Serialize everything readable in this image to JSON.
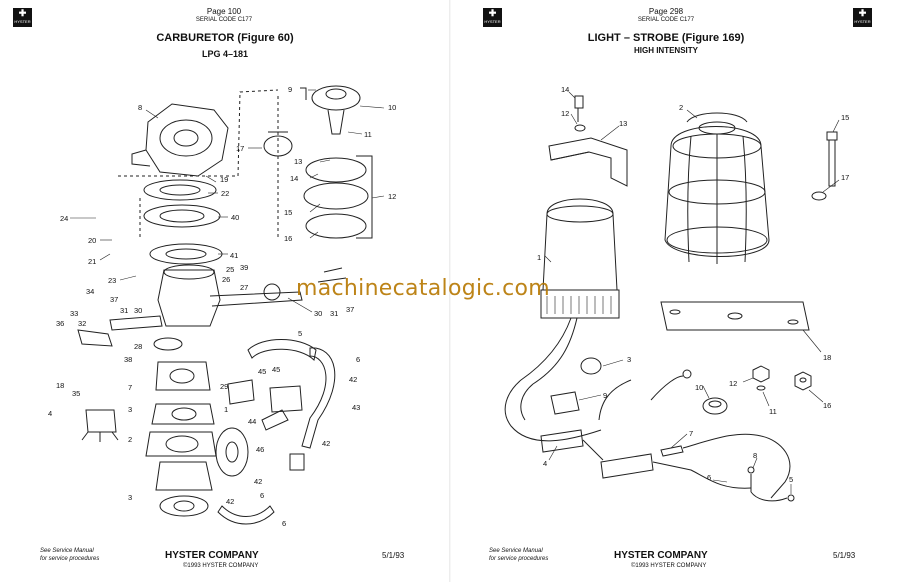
{
  "brand": {
    "logo_text": "HYSTER"
  },
  "left_page": {
    "page_number": "Page 100",
    "serial_code": "SERIAL CODE C177",
    "title": "CARBURETOR (Figure 60)",
    "subtitle": "LPG  4–181",
    "callouts": [
      "1",
      "2",
      "3",
      "4",
      "5",
      "6",
      "7",
      "8",
      "9",
      "10",
      "11",
      "12",
      "13",
      "14",
      "15",
      "16",
      "17",
      "18",
      "19",
      "20",
      "21",
      "22",
      "23",
      "24",
      "25",
      "26",
      "27",
      "28",
      "29",
      "30",
      "31",
      "32",
      "33",
      "34",
      "35",
      "36",
      "37",
      "38",
      "39",
      "40",
      "41",
      "42",
      "43",
      "44",
      "45",
      "46"
    ],
    "footer": {
      "note_line1": "See Service Manual",
      "note_line2": "for service procedures",
      "company": "HYSTER COMPANY",
      "copyright": "©1993 HYSTER COMPANY",
      "date": "5/1/93"
    }
  },
  "right_page": {
    "page_number": "Page 298",
    "serial_code": "SERIAL CODE C177",
    "title": "LIGHT – STROBE (Figure 169)",
    "subtitle": "HIGH INTENSITY",
    "callouts": [
      "1",
      "2",
      "3",
      "4",
      "5",
      "6",
      "7",
      "8",
      "9",
      "10",
      "11",
      "12",
      "13",
      "14",
      "15",
      "16",
      "17",
      "18"
    ],
    "footer": {
      "note_line1": "See Service Manual",
      "note_line2": "for service procedures",
      "company": "HYSTER COMPANY",
      "copyright": "©1993 HYSTER COMPANY",
      "date": "5/1/93"
    }
  },
  "watermark": "machinecatalogic.com"
}
